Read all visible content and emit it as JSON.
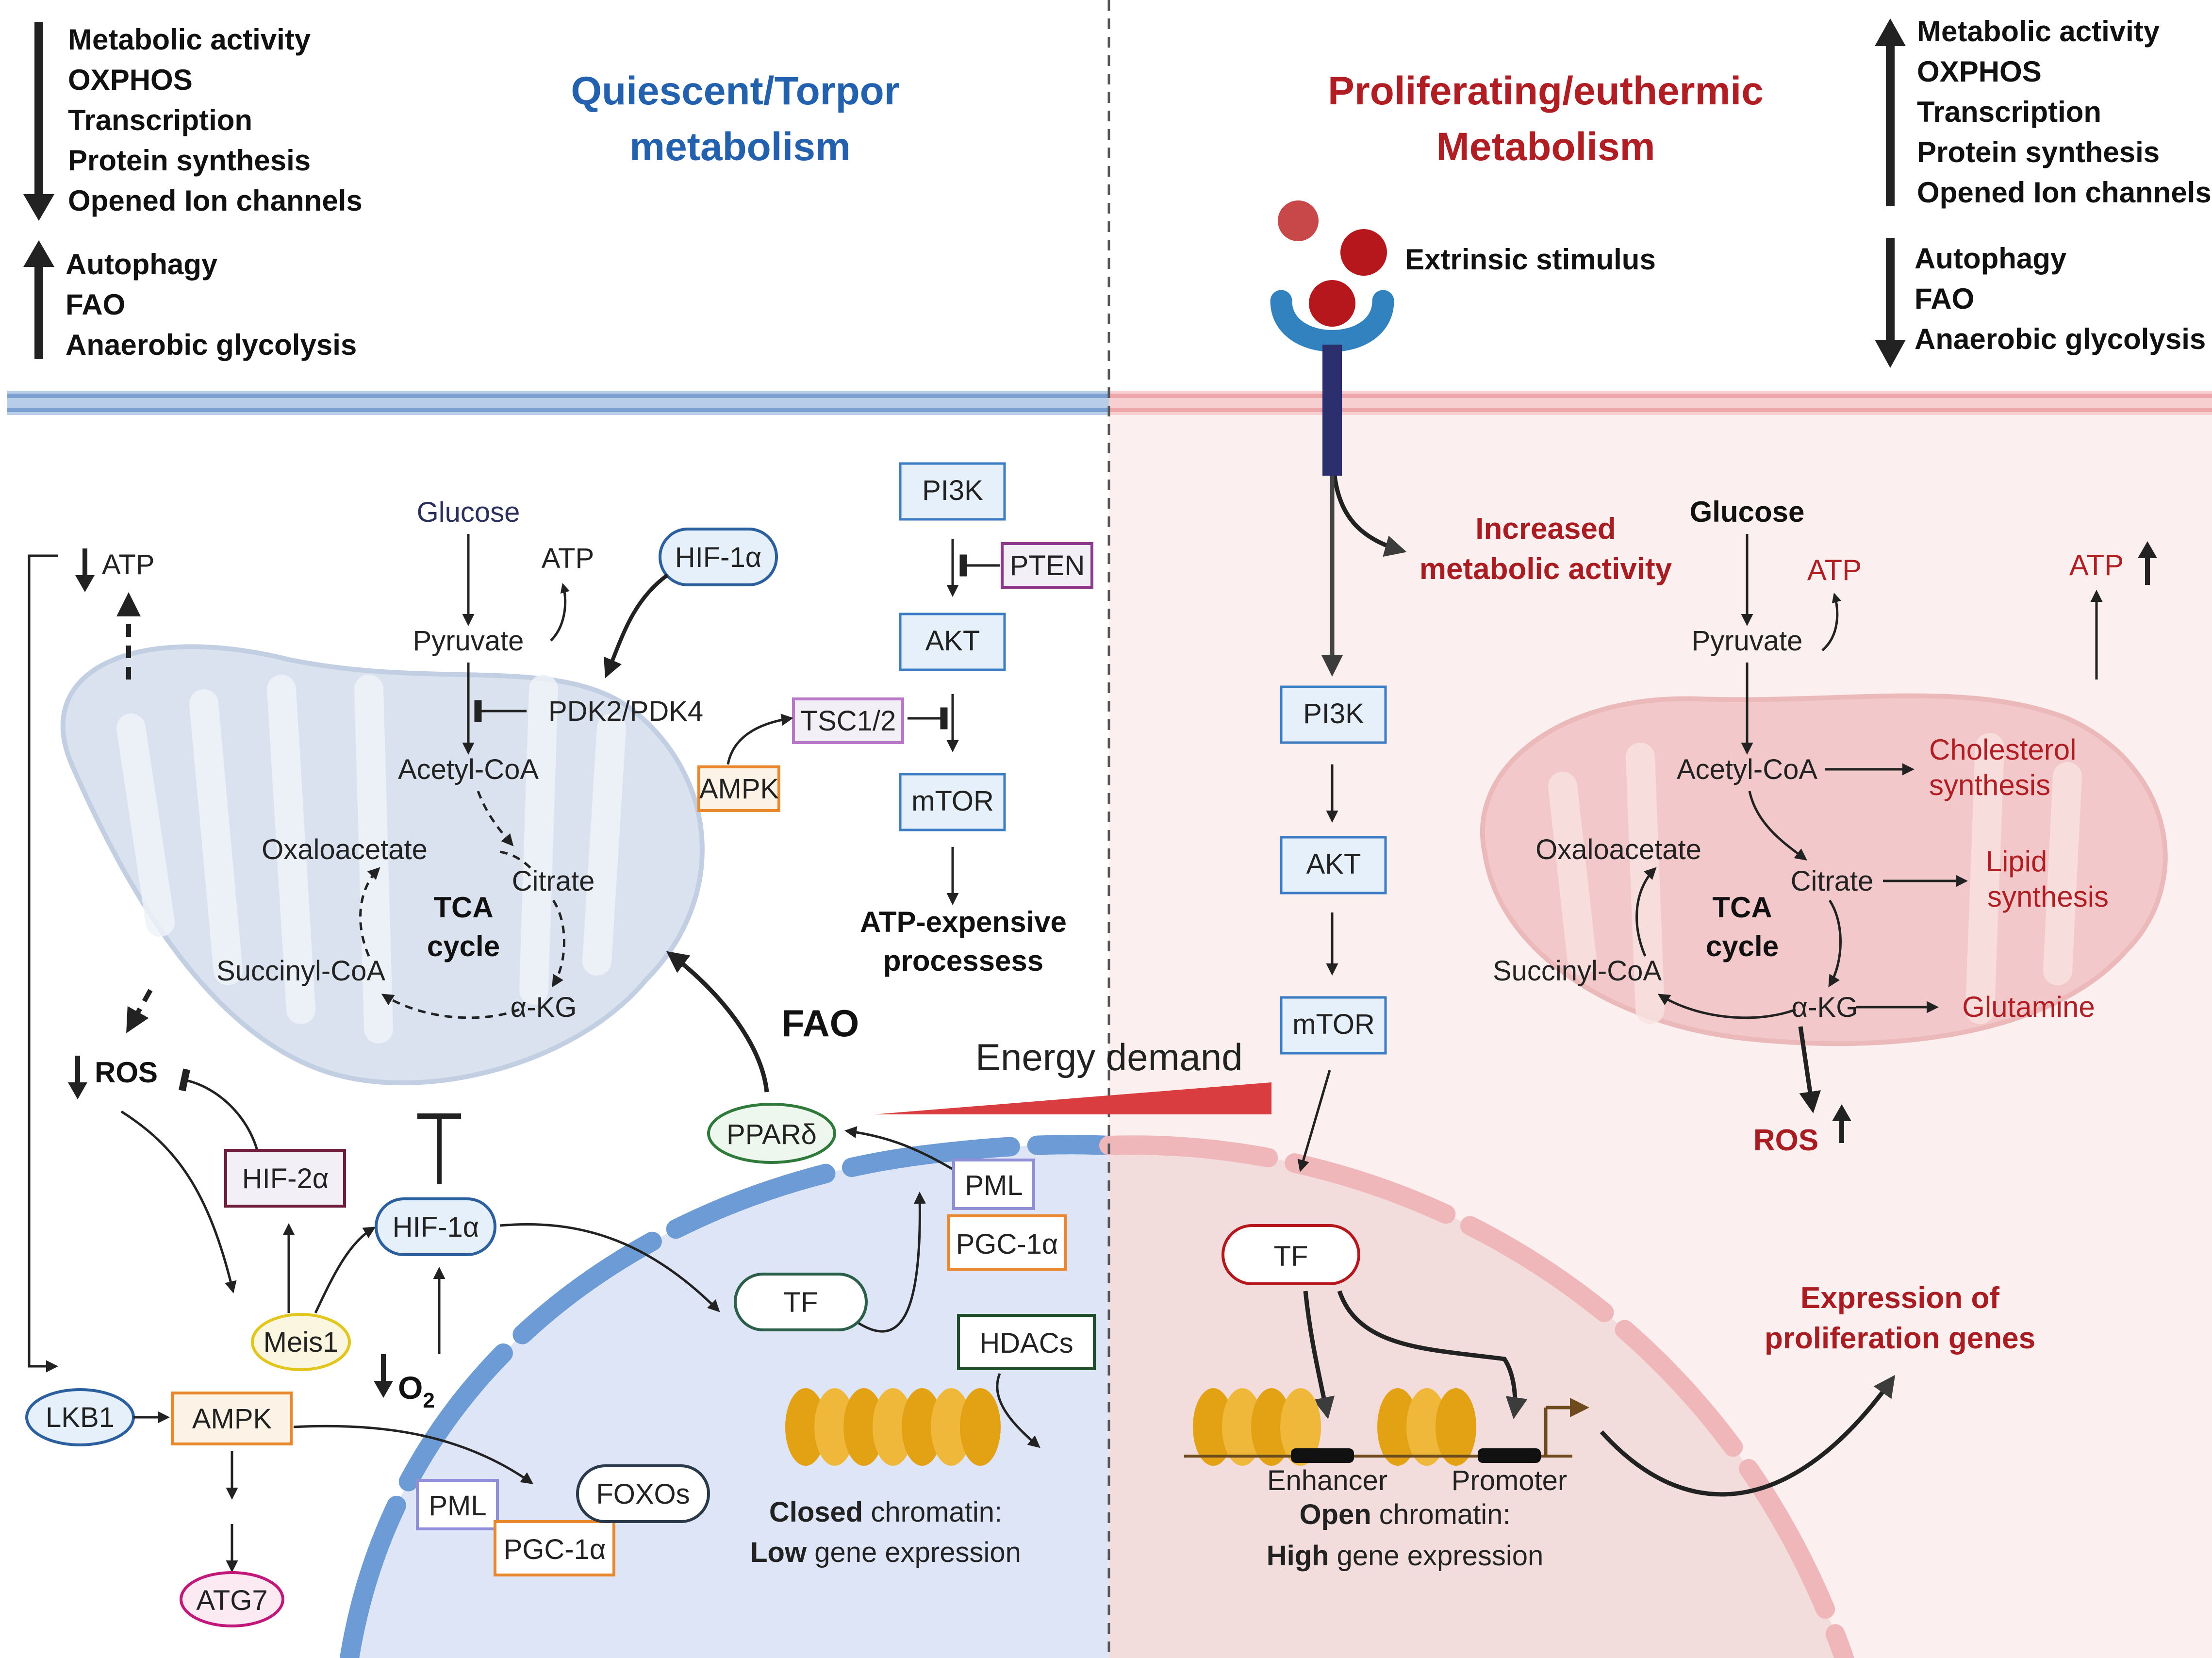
{
  "left_panel": {
    "title_line1": "Quiescent/Torpor",
    "title_line2": "metabolism",
    "decreased_list": [
      "Metabolic activity",
      "OXPHOS",
      "Transcription",
      "Protein synthesis",
      "Opened Ion channels"
    ],
    "increased_list": [
      "Autophagy",
      "FAO",
      "Anaerobic glycolysis"
    ],
    "glucose": "Glucose",
    "atp_small": "ATP",
    "pyruvate": "Pyruvate",
    "hif1a_top": "HIF-1α",
    "pdk": "PDK2/PDK4",
    "acetyl_coa": "Acetyl-CoA",
    "oxaloacetate": "Oxaloacetate",
    "citrate": "Citrate",
    "tca_line1": "TCA",
    "tca_line2": "cycle",
    "succinyl_coa": "Succinyl-CoA",
    "akg": "α-KG",
    "atp_left": "ATP",
    "pi3k": "PI3K",
    "pten": "PTEN",
    "akt": "AKT",
    "tsc": "TSC1/2",
    "ampk_top": "AMPK",
    "mtor": "mTOR",
    "atp_expensive_line1": "ATP-expensive",
    "atp_expensive_line2": "processess",
    "fao": "FAO",
    "ros": "ROS",
    "hif2a": "HIF-2α",
    "hif1a_mid": "HIF-1α",
    "ppard": "PPARδ",
    "pml_top": "PML",
    "pgc_top": "PGC-1α",
    "meis1": "Meis1",
    "o2": "O",
    "o2_sub": "2",
    "tf_left": "TF",
    "hdacs": "HDACs",
    "lkb1": "LKB1",
    "ampk_bottom": "AMPK",
    "atg7": "ATG7",
    "pml_bottom": "PML",
    "pgc_bottom": "PGC-1α",
    "foxos": "FOXOs",
    "closed_bold": "Closed",
    "closed_rest": " chromatin:",
    "low_bold": "Low",
    "low_rest": " gene expression"
  },
  "right_panel": {
    "title_line1": "Proliferating/euthermic",
    "title_line2": "Metabolism",
    "increased_list": [
      "Metabolic activity",
      "OXPHOS",
      "Transcription",
      "Protein synthesis",
      "Opened Ion channels"
    ],
    "decreased_list": [
      "Autophagy",
      "FAO",
      "Anaerobic glycolysis"
    ],
    "extrinsic": "Extrinsic stimulus",
    "increased_line1": "Increased",
    "increased_line2": "metabolic activity",
    "glucose": "Glucose",
    "atp_small": "ATP",
    "atp_top": "ATP",
    "pyruvate": "Pyruvate",
    "acetyl_coa": "Acetyl-CoA",
    "cholesterol_line1": "Cholesterol",
    "cholesterol_line2": "synthesis",
    "oxaloacetate": "Oxaloacetate",
    "citrate": "Citrate",
    "lipid_line1": "Lipid",
    "lipid_line2": "synthesis",
    "tca_line1": "TCA",
    "tca_line2": "cycle",
    "succinyl_coa": "Succinyl-CoA",
    "akg": "α-KG",
    "glutamine": "Glutamine",
    "ros": "ROS",
    "pi3k": "PI3K",
    "akt": "AKT",
    "mtor": "mTOR",
    "tf": "TF",
    "enhancer": "Enhancer",
    "promoter": "Promoter",
    "open_bold": "Open",
    "open_rest": " chromatin:",
    "high_bold": "High",
    "high_rest": " gene expression",
    "expression_line1": "Expression of",
    "expression_line2": "proliferation genes"
  },
  "center": {
    "energy_demand": "Energy demand"
  },
  "colors": {
    "left_title": "#2360ad",
    "right_title": "#b01e23",
    "blue_membrane": "#6d9bd6",
    "pink_membrane": "#efb7b9",
    "nucleus_left": "#dde5f6",
    "nucleus_right": "#f3dcdc",
    "right_bg": "#fcefef",
    "nucleosome": "#e3a214",
    "ampk_orange": "#e8872b",
    "pml_purple": "#8f8fd6",
    "ppar_green": "#2f7a3a",
    "meis_yellow": "#e2c51d",
    "atg_pink": "#c2187a",
    "hif2_maroon": "#6b1f3b",
    "receptor": "#3282c0",
    "ligand": "#b5171d"
  }
}
